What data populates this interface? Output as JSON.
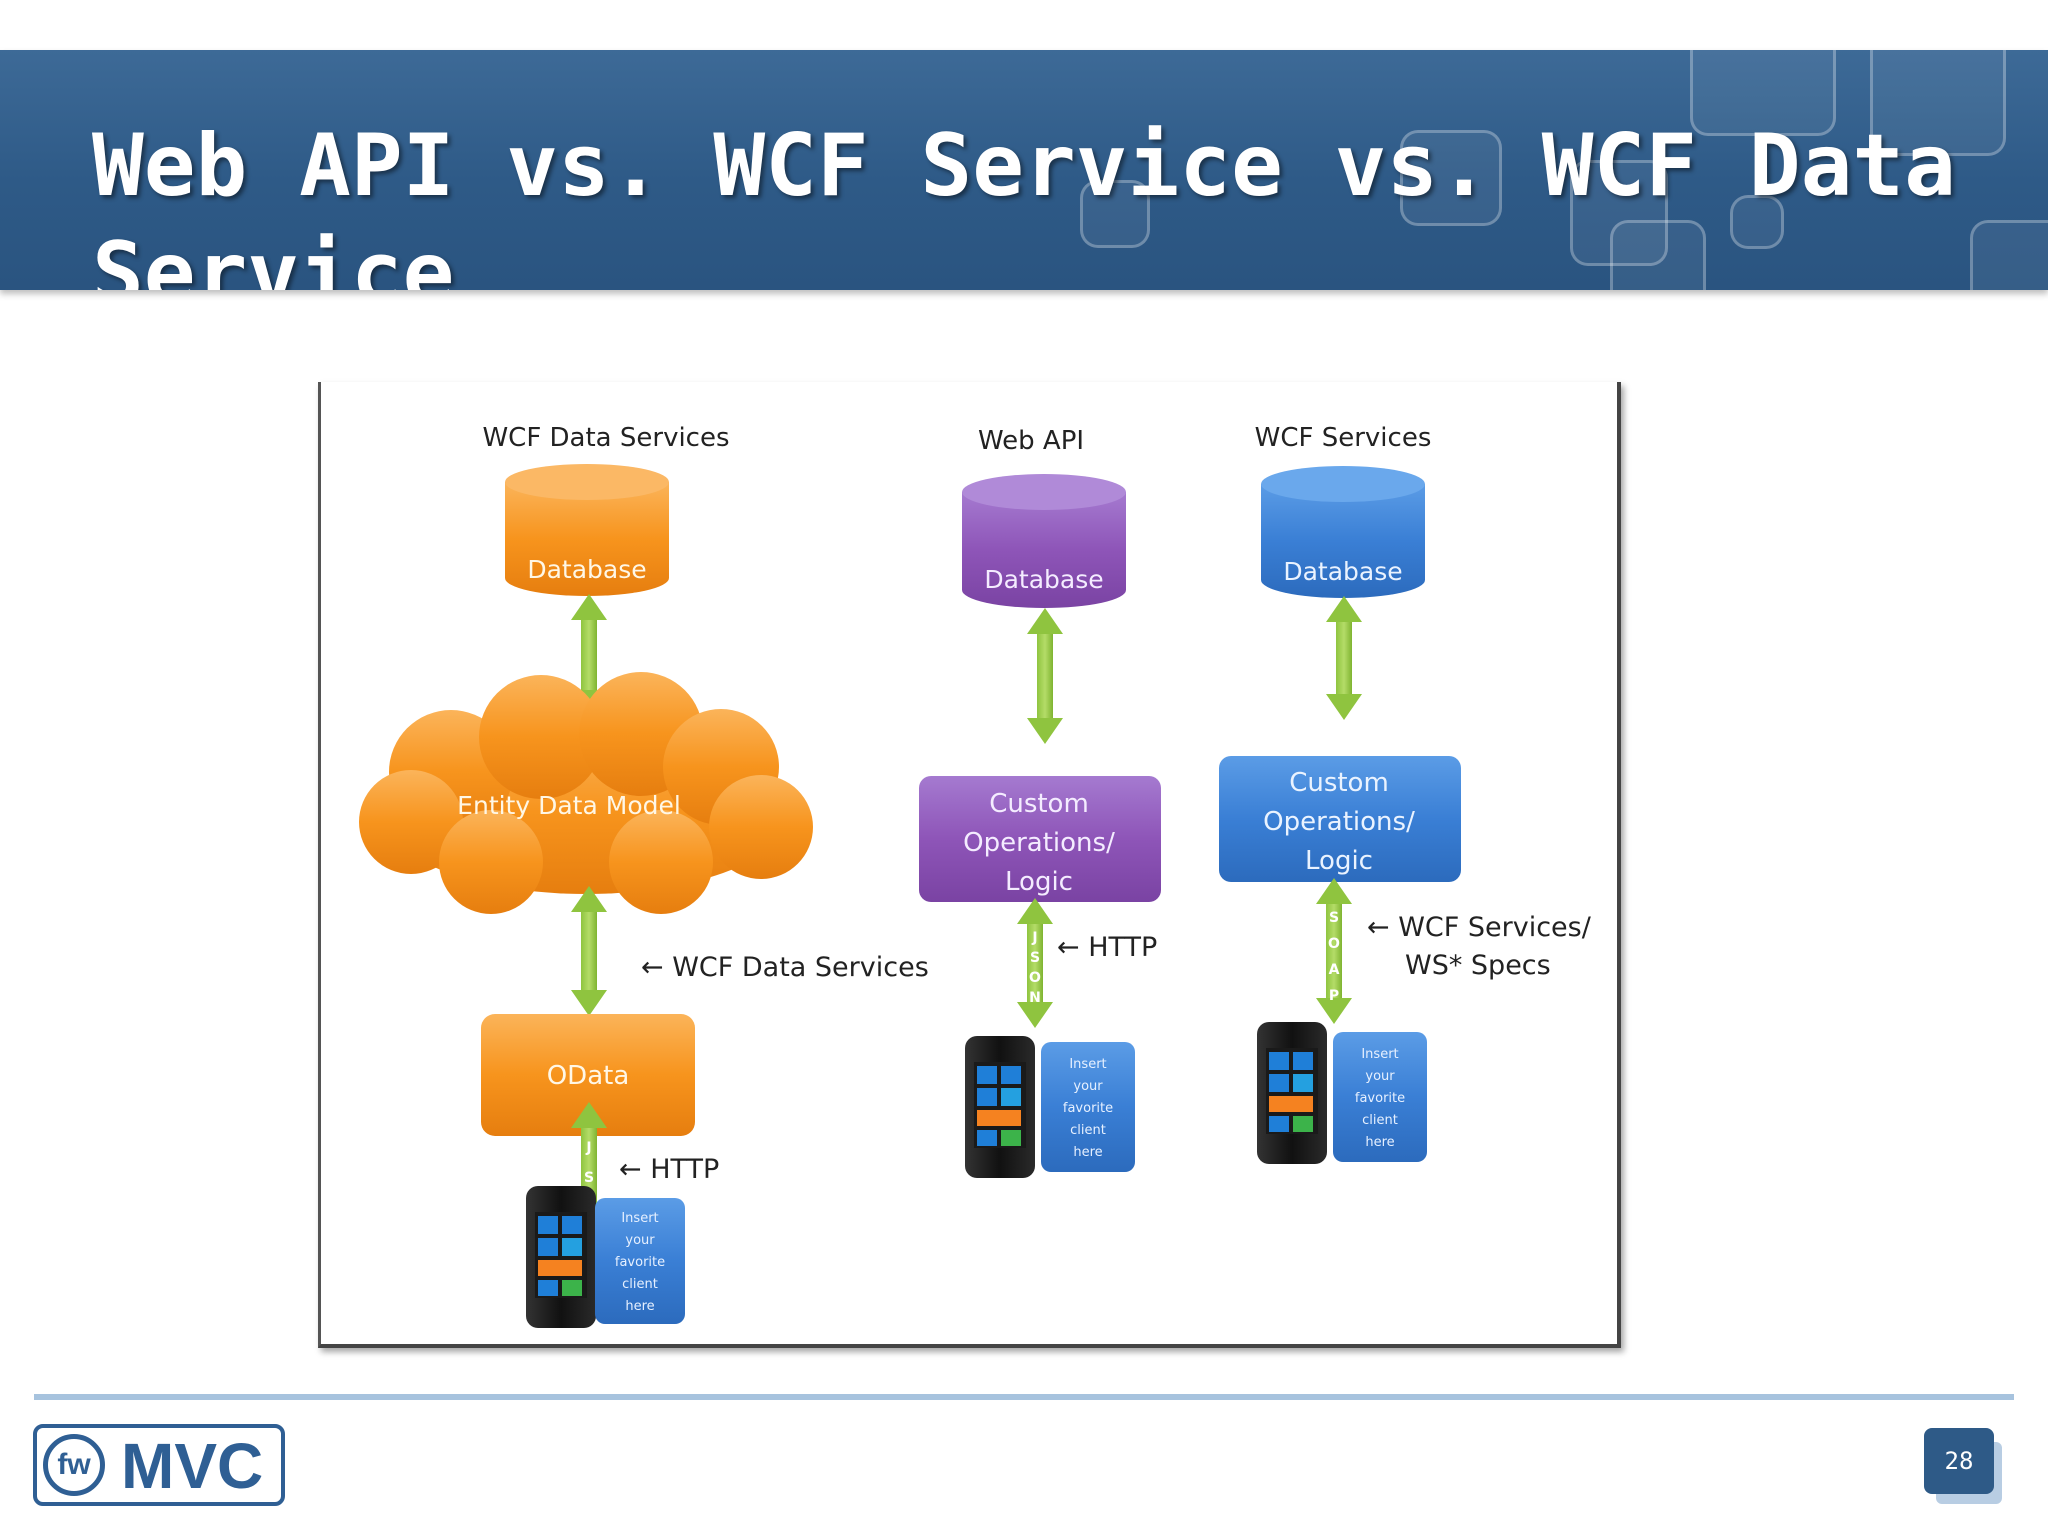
{
  "slide": {
    "title": "Web API vs. WCF Service vs. WCF Data Service",
    "page_number": "28"
  },
  "logo": {
    "mark": "fw",
    "text": "MVC"
  },
  "diagram": {
    "columns": [
      {
        "heading": "WCF Data Services",
        "database": "Database",
        "middle": "Entity Data Model",
        "endpoint": "OData",
        "transport": "J S O N",
        "protocol_note": "← WCF Data Services",
        "http_note": "← HTTP",
        "client_text": [
          "Insert",
          "your",
          "favorite",
          "client",
          "here"
        ],
        "color": "#f7941d"
      },
      {
        "heading": "Web API",
        "database": "Database",
        "logic": [
          "Custom",
          "Operations/",
          "Logic"
        ],
        "transport": "J S O N",
        "http_note": "← HTTP",
        "client_text": [
          "Insert",
          "your",
          "favorite",
          "client",
          "here"
        ],
        "color": "#8e55b8"
      },
      {
        "heading": "WCF Services",
        "database": "Database",
        "logic": [
          "Custom",
          "Operations/",
          "Logic"
        ],
        "transport": "S O A P",
        "protocol_note": [
          "← WCF Services/",
          "WS* Specs"
        ],
        "client_text": [
          "Insert",
          "your",
          "favorite",
          "client",
          "here"
        ],
        "color": "#3a7fd5"
      }
    ]
  }
}
